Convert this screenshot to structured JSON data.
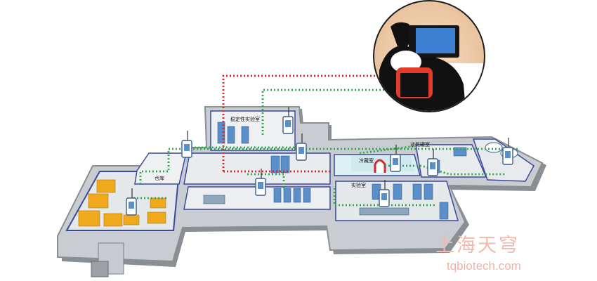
{
  "labels": {
    "stability_lab": "稳定性实验室",
    "warehouse": "仓库",
    "cold_storage": "冷藏室",
    "liquid_nitrogen_room": "液氮罐室",
    "lab": "实验室"
  },
  "watermark": {
    "brand": "上海天穹",
    "url": "tqbiotech.com"
  },
  "colors": {
    "wall": "#8e9296",
    "floor": "#eceef0",
    "wire_red": "#d9262b",
    "wire_green": "#2fa84f",
    "watermark": "#f2b9ad"
  }
}
